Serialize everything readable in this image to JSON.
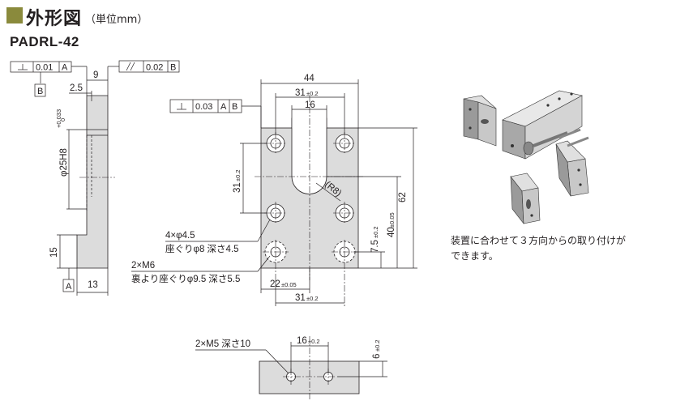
{
  "header": {
    "title": "外形図",
    "unit_note": "（単位mm）",
    "model": "PADRL-42"
  },
  "side_view": {
    "tolerance_perp": {
      "symbol": "⊥",
      "value": "0.01",
      "datum": "A"
    },
    "tolerance_parallel": {
      "symbol": "//",
      "value": "0.02",
      "datum": "B"
    },
    "datum_top": "B",
    "datum_bottom": "A",
    "dims": {
      "thickness_top": "9",
      "step": "2.5",
      "bore": "φ25H8",
      "bore_tol_upper": "+0.033",
      "bore_tol_lower": "0",
      "height_low": "15",
      "width_bottom": "13"
    }
  },
  "front_view": {
    "tolerance_perp": {
      "symbol": "⊥",
      "value": "0.03",
      "datum_1": "A",
      "datum_2": "B"
    },
    "dims": {
      "width": "44",
      "pitch_top_value": "31",
      "pitch_top_tol": "±0.2",
      "slot_width": "16",
      "pitch_vertical_value": "31",
      "pitch_vertical_tol": "±0.2",
      "radius": "(R8)",
      "height": "62",
      "h40_value": "40",
      "h40_tol": "±0.05",
      "h7_5_value": "7.5",
      "h7_5_tol": "±0.2",
      "w22_value": "22",
      "w22_tol": "±0.05",
      "pitch_bottom_value": "31",
      "pitch_bottom_tol": "±0.2"
    },
    "callouts": {
      "holes_count": "4×φ4.5",
      "counterbore": "座ぐりφ8 深さ4.5",
      "thread": "2×M6",
      "back_counterbore": "裏より座ぐりφ9.5 深さ5.5"
    }
  },
  "bottom_view": {
    "thread": "2×M5 深さ10",
    "pitch_value": "16",
    "pitch_tol": "±0.2",
    "offset_value": "6",
    "offset_tol": "±0.2"
  },
  "assembly": {
    "caption_line1": "装置に合わせて３方向からの取り付けが",
    "caption_line2": "できます。"
  },
  "colors": {
    "header_square": "#8a8a3c",
    "part_fill": "#dcdcdc",
    "line": "#231f20"
  }
}
